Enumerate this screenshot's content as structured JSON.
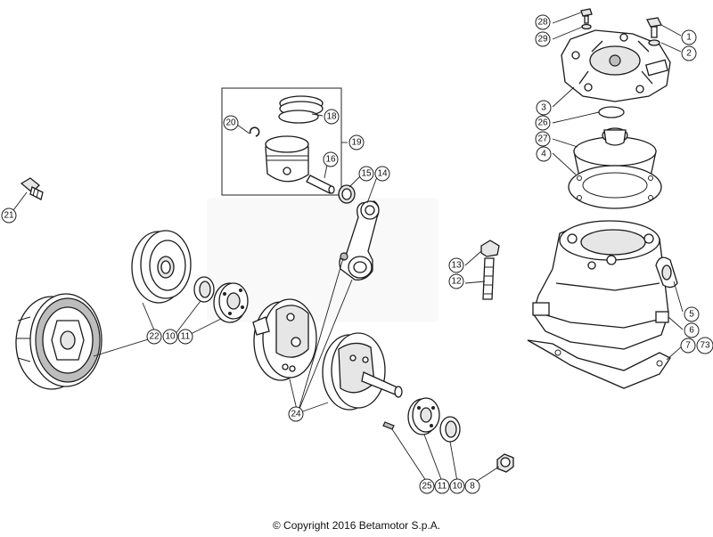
{
  "diagram": {
    "callouts": [
      "1",
      "2",
      "3",
      "4",
      "5",
      "6",
      "7",
      "73",
      "8",
      "10",
      "11",
      "12",
      "13",
      "14",
      "15",
      "16",
      "18",
      "19",
      "20",
      "21",
      "22",
      "24",
      "25",
      "26",
      "27",
      "28",
      "29"
    ]
  },
  "footer": {
    "copyright": "© Copyright 2016 Betamotor S.p.A."
  }
}
